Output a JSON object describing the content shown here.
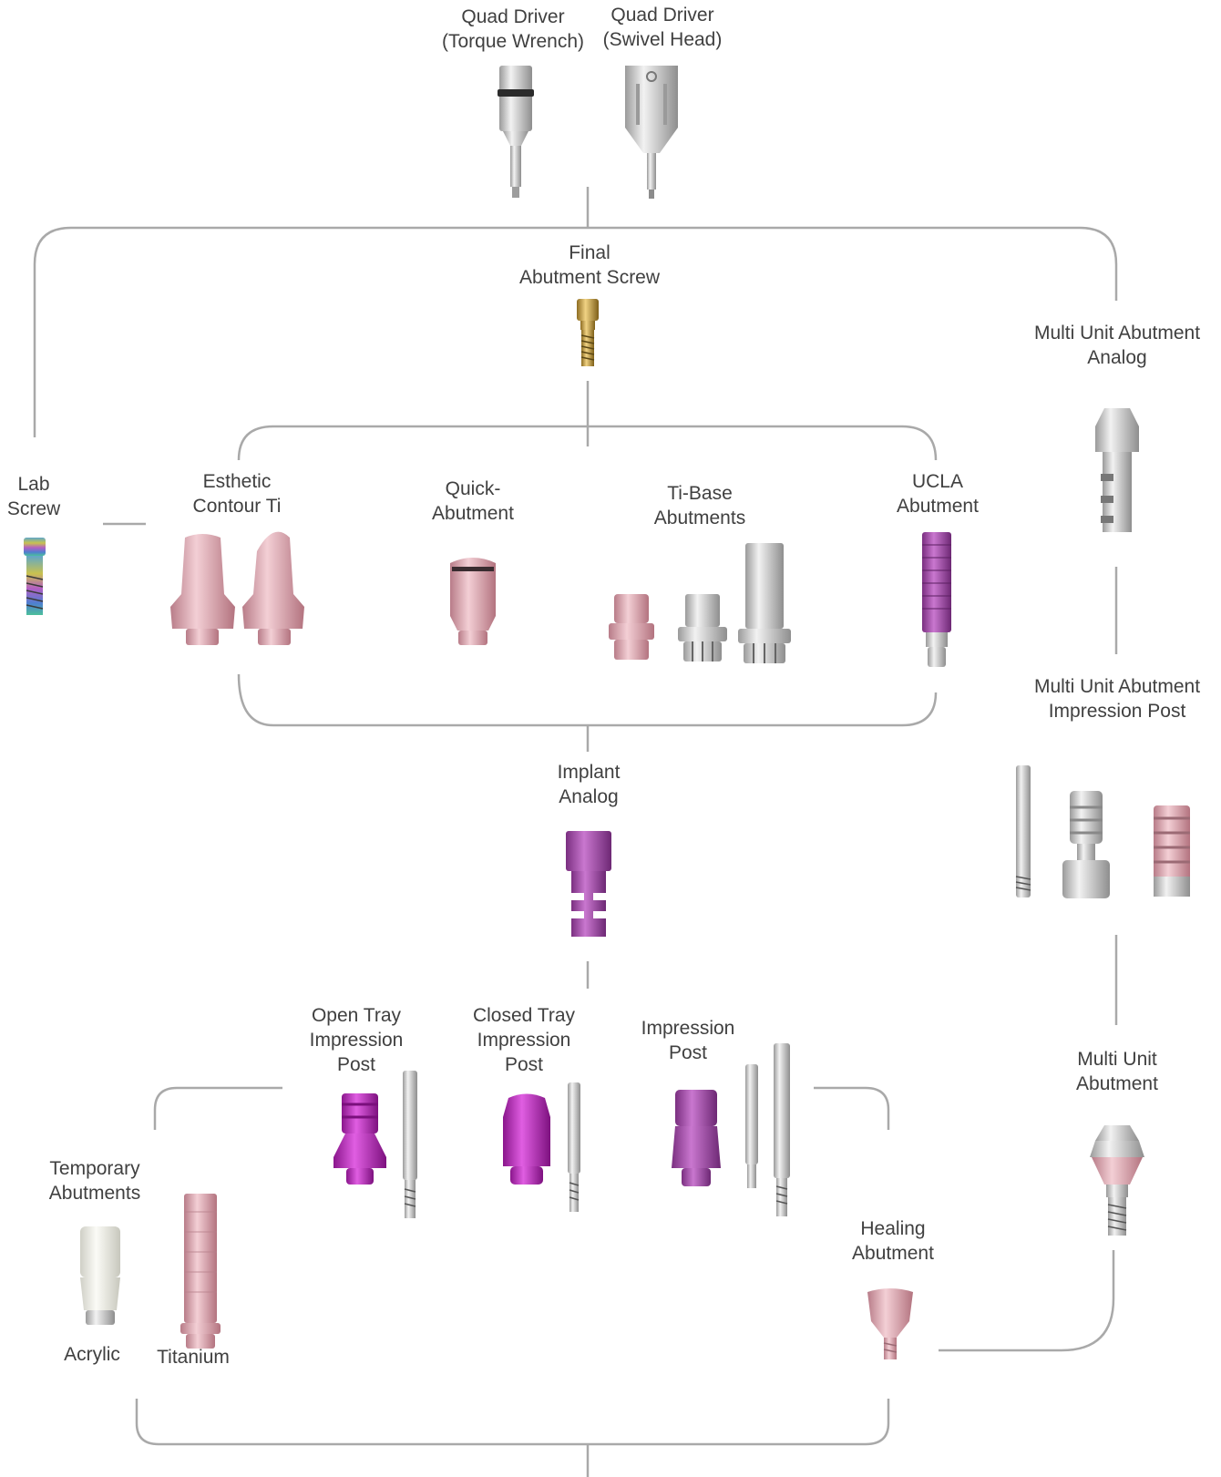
{
  "labels": {
    "quad_driver_torque": [
      "Quad Driver",
      "(Torque Wrench)"
    ],
    "quad_driver_swivel": [
      "Quad Driver",
      "(Swivel Head)"
    ],
    "final_abutment_screw": [
      "Final",
      "Abutment Screw"
    ],
    "multi_unit_abutment_analog": [
      "Multi Unit Abutment",
      "Analog"
    ],
    "lab_screw": [
      "Lab",
      "Screw"
    ],
    "esthetic_contour_ti": [
      "Esthetic",
      "Contour Ti"
    ],
    "quick_abutment": [
      "Quick-",
      "Abutment"
    ],
    "ti_base_abutments": [
      "Ti-Base",
      "Abutments"
    ],
    "ucla_abutment": [
      "UCLA",
      "Abutment"
    ],
    "multi_unit_abutment_impression_post": [
      "Multi Unit Abutment",
      "Impression Post"
    ],
    "implant_analog": [
      "Implant",
      "Analog"
    ],
    "open_tray_impression_post": [
      "Open Tray",
      "Impression",
      "Post"
    ],
    "closed_tray_impression_post": [
      "Closed Tray",
      "Impression",
      "Post"
    ],
    "impression_post": [
      "Impression",
      "Post"
    ],
    "multi_unit_abutment": [
      "Multi Unit",
      "Abutment"
    ],
    "temporary_abutments": [
      "Temporary",
      "Abutments"
    ],
    "acrylic": [
      "Acrylic"
    ],
    "titanium": [
      "Titanium"
    ],
    "healing_abutment": [
      "Healing",
      "Abutment"
    ]
  },
  "colors": {
    "connector": "#a9a9a9",
    "titanium": "#c9c9c9",
    "pink_anodized": "#e3aeb8",
    "magenta": "#c032c2",
    "purple_anodized": "#a94fb0",
    "gold": "#c9a44a",
    "acrylic_white": "#efefe8"
  }
}
